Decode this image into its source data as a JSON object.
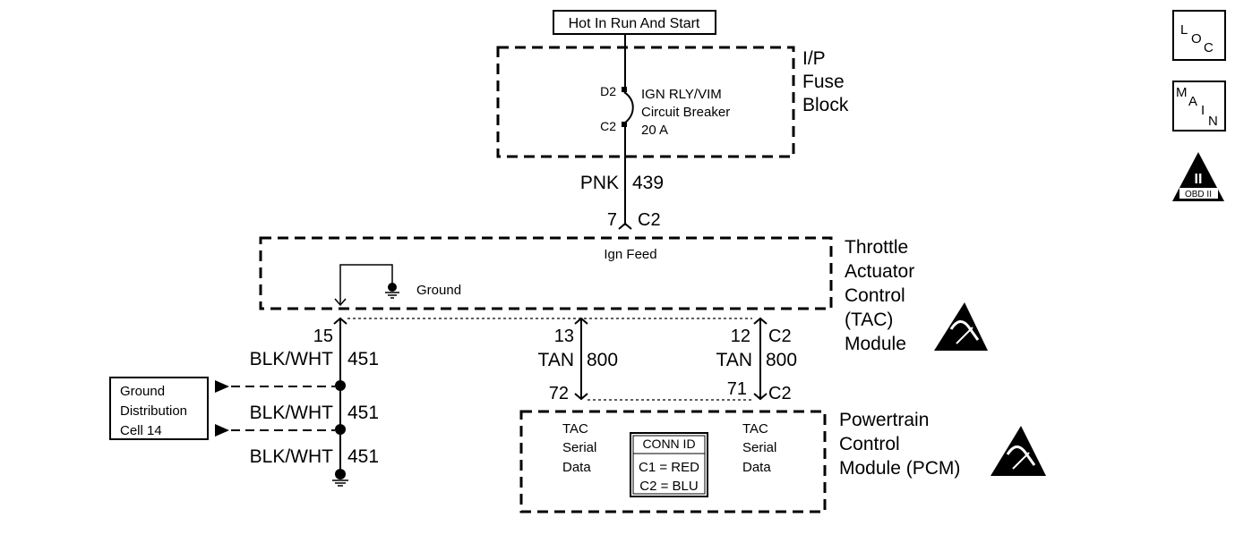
{
  "source": {
    "label": "Hot In Run And Start"
  },
  "fuse_block": {
    "title_lines": [
      "I/P",
      "Fuse",
      "Block"
    ],
    "pin_top": "D2",
    "pin_bottom": "C2",
    "breaker_lines": [
      "IGN RLY/VIM",
      "Circuit Breaker",
      "20 A"
    ]
  },
  "feed_wire": {
    "color": "PNK",
    "circuit": "439",
    "pin": "7",
    "connector": "C2"
  },
  "tac_module": {
    "title_lines": [
      "Throttle",
      "Actuator",
      "Control",
      "(TAC)",
      "Module"
    ],
    "ign_feed_label": "Ign Feed",
    "ground_label": "Ground"
  },
  "ground_wire": {
    "pin": "15",
    "segments": [
      {
        "color": "BLK/WHT",
        "circuit": "451"
      },
      {
        "color": "BLK/WHT",
        "circuit": "451"
      },
      {
        "color": "BLK/WHT",
        "circuit": "451"
      }
    ]
  },
  "ground_distribution": {
    "lines": [
      "Ground",
      "Distribution",
      "Cell 14"
    ]
  },
  "serial_wire_1": {
    "tac_pin": "13",
    "color": "TAN",
    "circuit": "800",
    "pcm_pin": "72"
  },
  "serial_wire_2": {
    "tac_pin": "12",
    "tac_connector": "C2",
    "color": "TAN",
    "circuit": "800",
    "pcm_pin": "71",
    "pcm_connector": "C2"
  },
  "pcm": {
    "title_lines": [
      "Powertrain",
      "Control",
      "Module (PCM)"
    ],
    "left_label_lines": [
      "TAC",
      "Serial",
      "Data"
    ],
    "right_label_lines": [
      "TAC",
      "Serial",
      "Data"
    ],
    "conn_id": {
      "header": "CONN ID",
      "c1": "C1 = RED",
      "c2": "C2 = BLU"
    }
  },
  "side_icons": {
    "loc": [
      "L",
      "O",
      "C"
    ],
    "main": [
      "M",
      "A",
      "I",
      "N"
    ],
    "obd": {
      "numeral": "II",
      "label": "OBD II"
    }
  },
  "colors": {
    "ink": "#000000",
    "background": "#ffffff"
  }
}
